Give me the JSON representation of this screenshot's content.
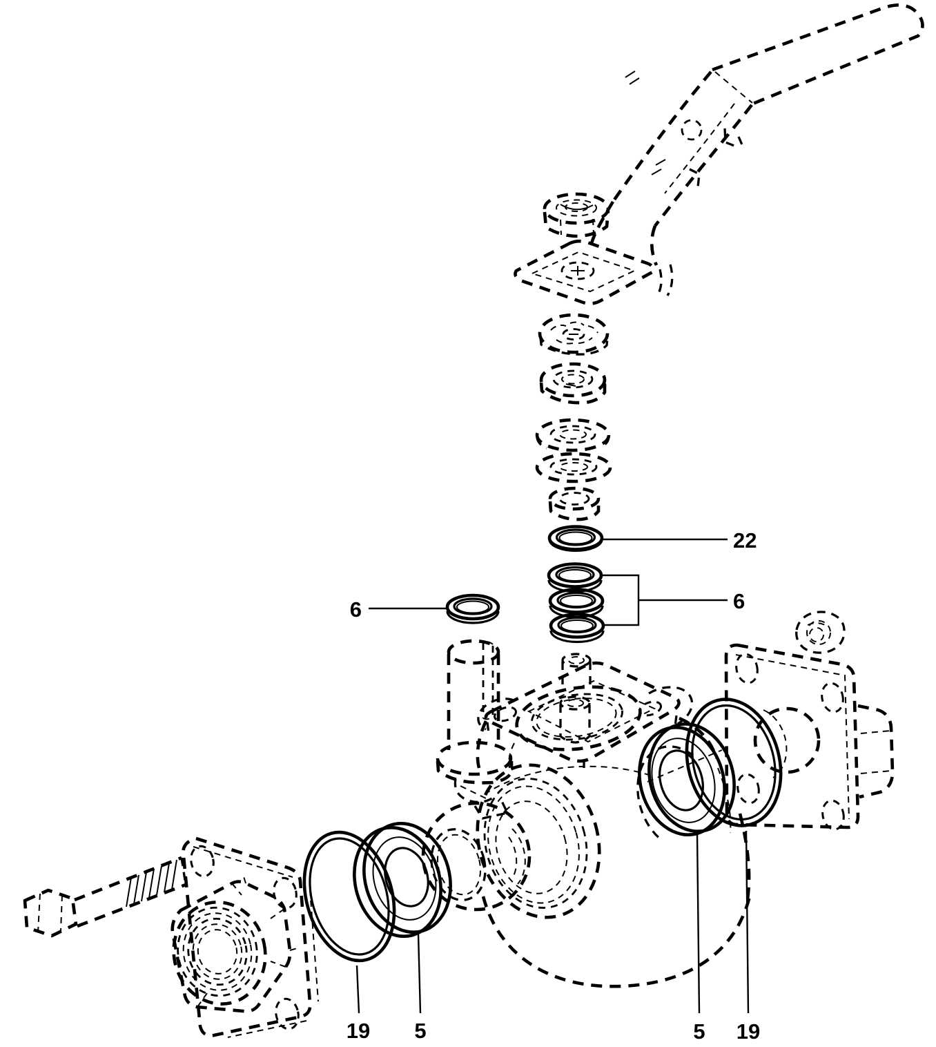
{
  "diagram": {
    "type": "exploded-parts-diagram",
    "subject": "ball-valve-assembly",
    "colors": {
      "background": "#ffffff",
      "line": "#000000"
    },
    "callouts": [
      {
        "id": "callout-22",
        "label": "22"
      },
      {
        "id": "callout-6-right",
        "label": "6"
      },
      {
        "id": "callout-6-left",
        "label": "6"
      },
      {
        "id": "callout-19-bottom-left",
        "label": "19"
      },
      {
        "id": "callout-5-bottom-left",
        "label": "5"
      },
      {
        "id": "callout-5-bottom-right",
        "label": "5"
      },
      {
        "id": "callout-19-bottom-right",
        "label": "19"
      }
    ]
  }
}
